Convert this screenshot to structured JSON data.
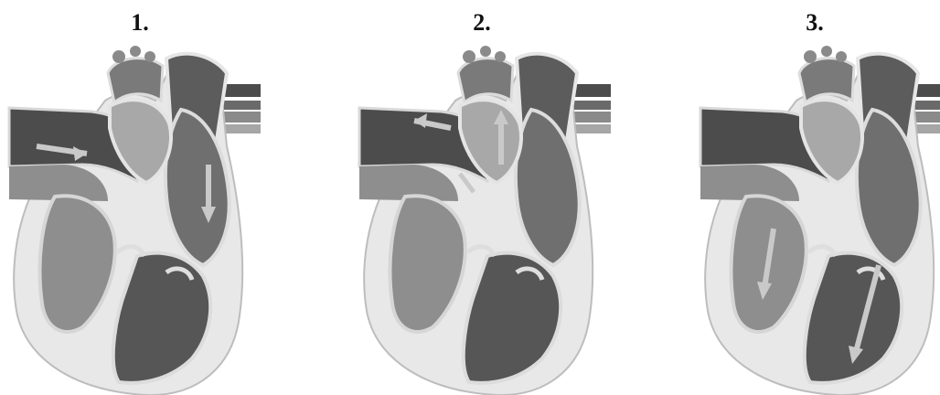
{
  "panels": [
    {
      "label": "1."
    },
    {
      "label": "2."
    },
    {
      "label": "3."
    }
  ],
  "colors": {
    "outer_wall": "#e8e8e8",
    "outline": "#bdbdbd",
    "dark_chamber": "#565656",
    "mid_chamber": "#6f6f6f",
    "light_chamber": "#8e8e8e",
    "vessel_dark": "#4c4c4c",
    "arrow": "#c9c9c9"
  }
}
